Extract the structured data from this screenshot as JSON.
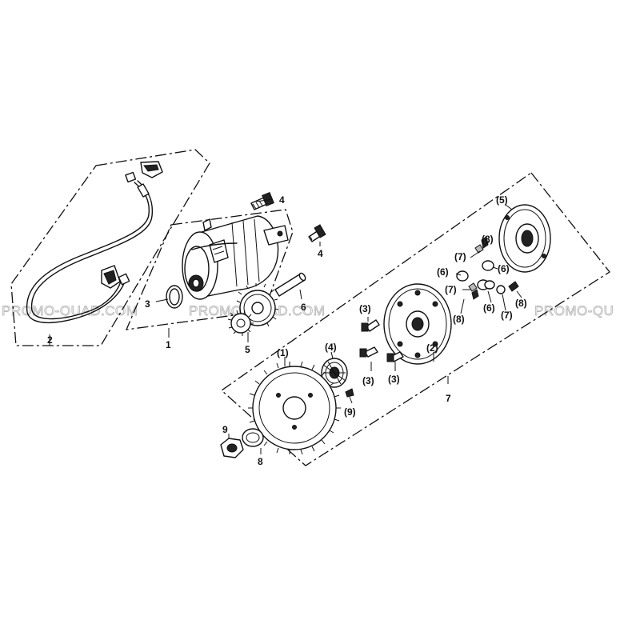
{
  "watermark": {
    "left": "PROMO-QUAD.COM",
    "center": "PROMO-QUAD.COM",
    "right": "PROMO-QU"
  },
  "labels": {
    "callout_1": "1",
    "callout_2": "2",
    "callout_3": "3",
    "callout_4a": "4",
    "callout_4b": "4",
    "callout_5": "5",
    "callout_6": "6",
    "callout_7": "7",
    "callout_8": "8",
    "callout_9": "9",
    "sub_1": "(1)",
    "sub_2": "(2)",
    "sub_3a": "(3)",
    "sub_3b": "(3)",
    "sub_3c": "(3)",
    "sub_4": "(4)",
    "sub_5": "(5)",
    "sub_6a": "(6)",
    "sub_6b": "(6)",
    "sub_6c": "(6)",
    "sub_7a": "(7)",
    "sub_7b": "(7)",
    "sub_7c": "(7)",
    "sub_8a": "(8)",
    "sub_8b": "(8)",
    "sub_8c": "(8)",
    "sub_9": "(9)"
  }
}
